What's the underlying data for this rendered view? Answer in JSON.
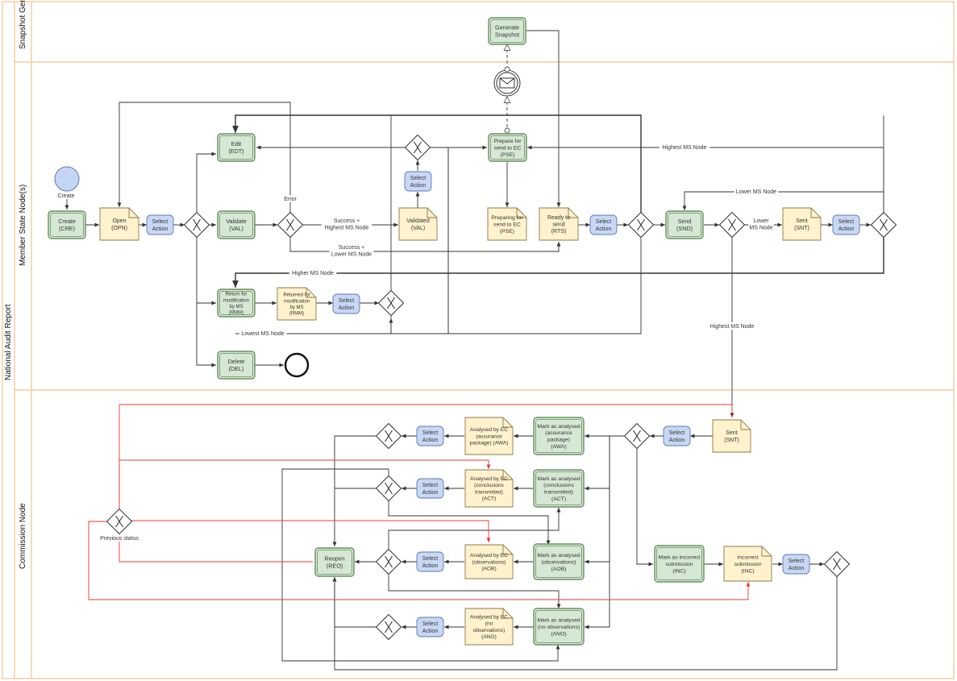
{
  "pool": {
    "title": "National Audit Report"
  },
  "lanes": {
    "snapshot": "Snapshot Generator",
    "member": "Member State Node(s)",
    "commission": "Commission Node"
  },
  "states": {
    "cre": [
      "Create",
      "(CRE)"
    ],
    "opn": [
      "Open",
      "(OPN)"
    ],
    "val_task": [
      "Validate",
      "(VAL)"
    ],
    "val_doc": [
      "Validated",
      "(VAL)"
    ],
    "edt": [
      "Edit",
      "(EDT)"
    ],
    "pse_task": [
      "Prepare for",
      "send to EC",
      "(PSE)"
    ],
    "pse_doc": [
      "Preparing for",
      "send to EC",
      "(PSE)"
    ],
    "rts": [
      "Ready to",
      "send",
      "(RTS)"
    ],
    "snd": [
      "Send",
      "(SND)"
    ],
    "snt_ms": [
      "Sent",
      "(SNT)"
    ],
    "rmm_task": [
      "Return for",
      "modification",
      "by MS",
      "(RMM)"
    ],
    "rmm_doc": [
      "Returned for",
      "modification",
      "by MS",
      "(RMM)"
    ],
    "del": [
      "Delete",
      "(DEL)"
    ],
    "gen_snap": [
      "Generate",
      "Snapshot"
    ],
    "snt_ec": [
      "Sent",
      "(SNT)"
    ],
    "awa_task": [
      "Mark as analysed",
      "(assurance",
      "package)",
      "(AWA)"
    ],
    "awa_doc": [
      "Analysed by EC",
      "(assurance",
      "package) (AWA)"
    ],
    "act_task": [
      "Mark as analysed",
      "(conclusions",
      "transmitted)",
      "(ACT)"
    ],
    "act_doc": [
      "Analysed by EC",
      "(conclusions",
      "transmitted)",
      "(ACT)"
    ],
    "aob_task": [
      "Mark as analysed",
      "(observations)",
      "(AOB)"
    ],
    "aob_doc": [
      "Analysed by EC",
      "(observations)",
      "(AOB)"
    ],
    "ano_task": [
      "Mark as analysed",
      "(no observations)",
      "(ANO)"
    ],
    "ano_doc": [
      "Analysed by EC",
      "(no",
      "observations)",
      "(ANO)"
    ],
    "inc_task": [
      "Mark as incorrect",
      "submission",
      "(INC)"
    ],
    "inc_doc": [
      "Incorrect",
      "submission",
      "(INC)"
    ],
    "reo": [
      "Reopen",
      "(REO)"
    ]
  },
  "select_action": [
    "Select",
    "Action"
  ],
  "edge_labels": {
    "create": "Create",
    "error": "Error",
    "success_highest": [
      "Success +",
      "Highest MS Node"
    ],
    "success_lower": [
      "Success +",
      "Lower MS Node"
    ],
    "highest_ms_top": "Highest MS Node",
    "lower_ms_top": "Lower MS Node",
    "lower_ms_side": [
      "Lower",
      "MS Node"
    ],
    "higher_ms": "Higher MS Node",
    "lowest_ms": "Lowest MS Node",
    "highest_ms_down": "Highest MS Node",
    "previous_status": "Previous status"
  },
  "colors": {
    "task_fill": "#d5e8d4",
    "task_stroke": "#6a8f61",
    "doc_fill": "#fff2cc",
    "doc_stroke": "#8a7a4a",
    "action_fill": "#c8d8f4",
    "action_stroke": "#5d79b3",
    "start_fill": "#c5d6f5",
    "lane_stroke": "#f0c48a",
    "red_edge": "#e53935"
  }
}
